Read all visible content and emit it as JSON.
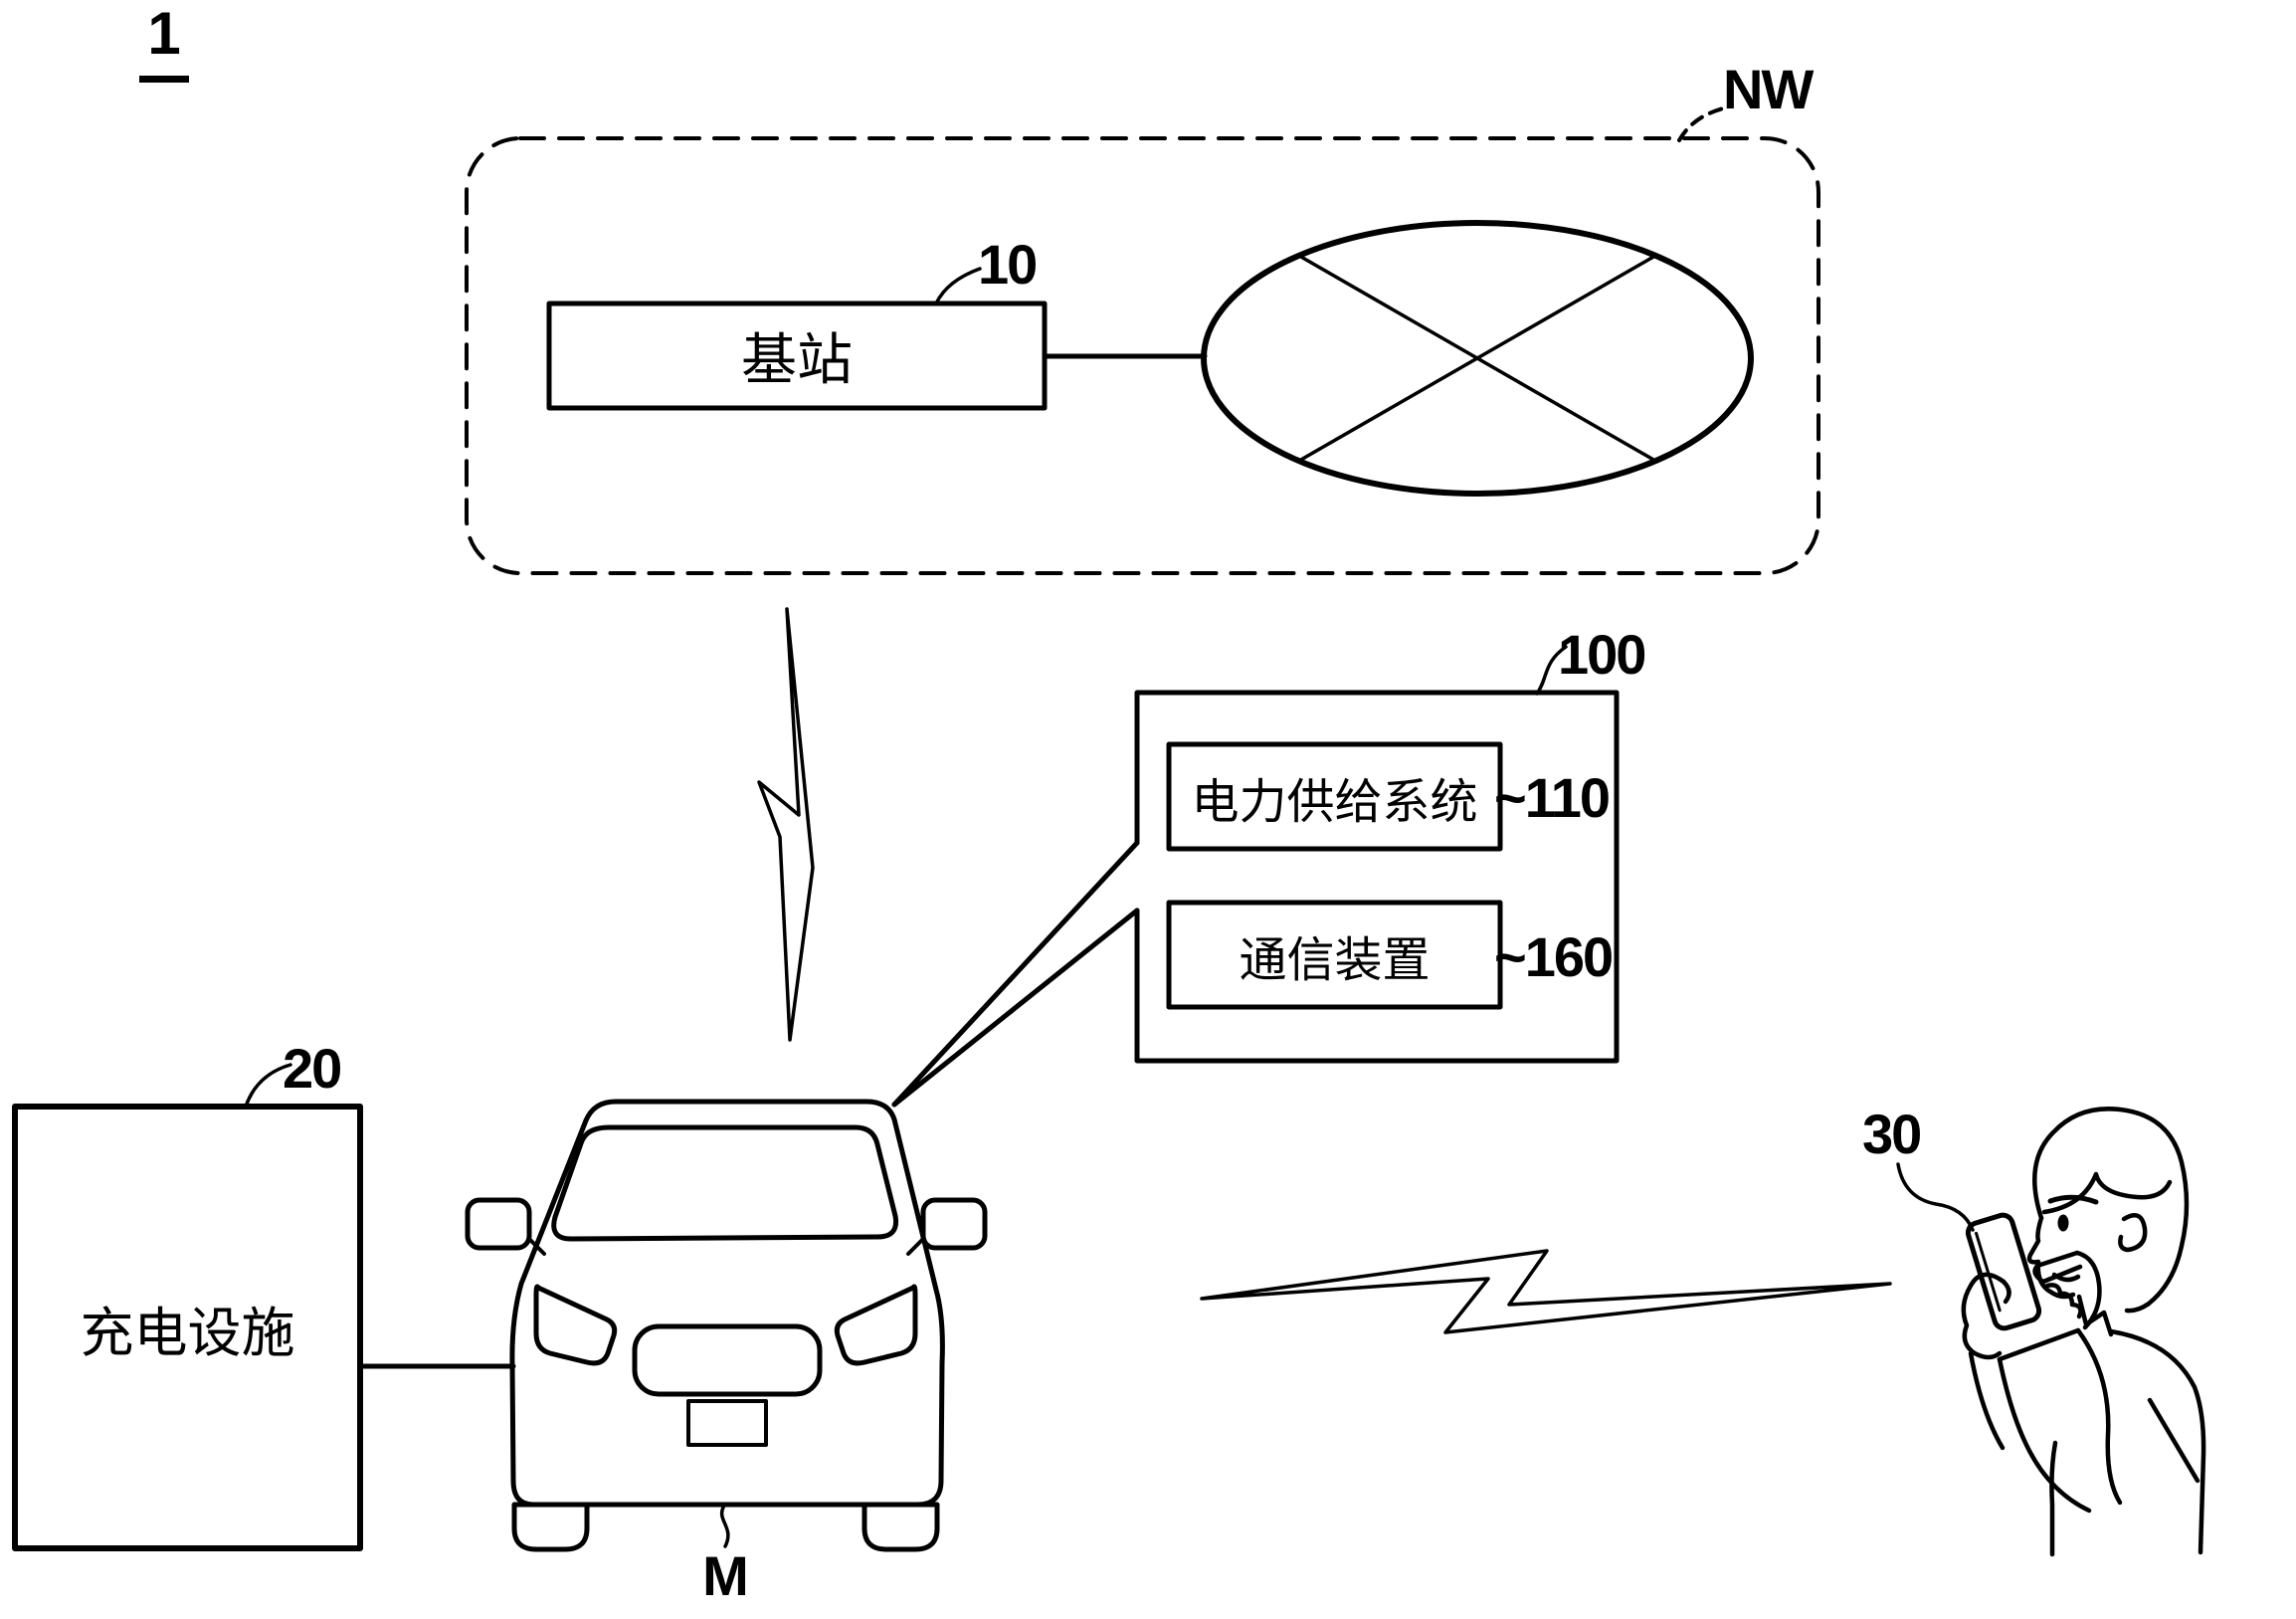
{
  "figure_label": "1",
  "network": {
    "label": "NW",
    "base_station": {
      "name": "基站",
      "ref": "10"
    }
  },
  "vehicle_system": {
    "ref": "100",
    "power_supply": {
      "name": "电力供给系统",
      "ref": "~110"
    },
    "communication": {
      "name": "通信装置",
      "ref": "~160"
    }
  },
  "charging_facility": {
    "name": "充电设施",
    "ref": "20"
  },
  "vehicle": {
    "ref": "M"
  },
  "user_terminal": {
    "ref": "30"
  },
  "colors": {
    "line": "#000000",
    "background": "#ffffff"
  }
}
